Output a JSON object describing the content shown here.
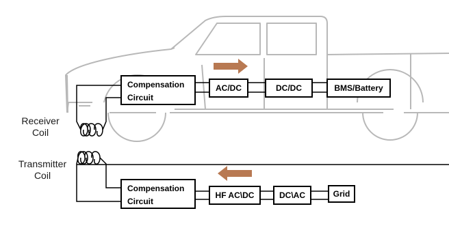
{
  "diagram": {
    "labels": {
      "receiver_coil_line1": "Receiver",
      "receiver_coil_line2": "Coil",
      "transmitter_coil_line1": "Transmitter",
      "transmitter_coil_line2": "Coil"
    },
    "vehicle_chain": {
      "compensation_line1": "Compensation",
      "compensation_line2": "Circuit",
      "acdc": "AC/DC",
      "dcdc": "DC/DC",
      "battery": "BMS/Battery"
    },
    "ground_chain": {
      "compensation_line1": "Compensation",
      "compensation_line2": "Circuit",
      "hf_acdc": "HF AC\\DC",
      "dcac": "DC\\AC",
      "grid": "Grid"
    },
    "colors": {
      "arrow": "#b87952",
      "truck_outline": "#b8b8b8",
      "wire": "#000000"
    },
    "power_flow": {
      "vehicle_arrow": "right",
      "ground_arrow": "left"
    }
  }
}
